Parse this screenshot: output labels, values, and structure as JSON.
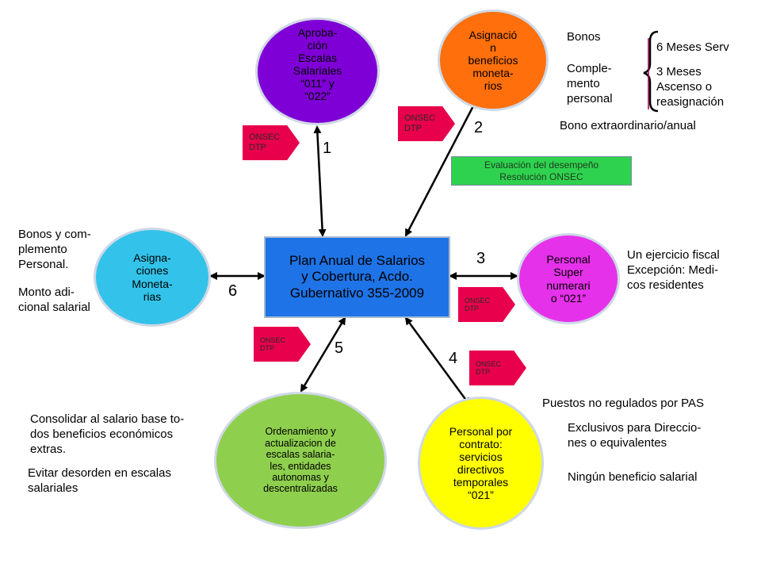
{
  "center": {
    "label": "Plan Anual de Salarios\ny Cobertura, Acdo.\nGubernativo 355-2009",
    "color": "#1e73e6"
  },
  "nodes": {
    "aprobacion": {
      "label": "Aproba-\nción\nEscalas\nSalariales\n“011” y\n“022”",
      "color": "#7f00d6"
    },
    "asignacion_beneficios": {
      "label": "Asignació\nn\nbeneficios\nmoneta-\nrios",
      "color": "#ff6f0b"
    },
    "personal_supernumerario": {
      "label": "Personal\nSuper\nnumerari\no “021”",
      "color": "#e631ea"
    },
    "personal_contrato": {
      "label": "Personal por\ncontrato:\nservicios\ndirectivos\ntemporales\n“021”",
      "color": "#ffff00"
    },
    "ordenamiento": {
      "label": "Ordenamiento y\nactualizacion de\nescalas salaria-\nles, entidades\nautonomas y\ndescentralizadas",
      "color": "#8fcf4e"
    },
    "asignaciones_monetarias": {
      "label": "Asigna-\nciones\nMoneta-\nrias",
      "color": "#33c3ea"
    }
  },
  "tag_text": "ONSEC\nDTP",
  "tag_color": "#e8004c",
  "numbers": [
    "1",
    "2",
    "3",
    "4",
    "5",
    "6"
  ],
  "evaluacion": {
    "label": "Evaluación del desempeño\nResolución ONSEC",
    "color": "#2fd24f"
  },
  "notes": {
    "bonos": "Bonos",
    "complemento": "Comple-\nmento\npersonal",
    "seis_meses": "6 Meses Serv",
    "tres_meses": "3 Meses\nAscenso o\nreasignación",
    "bono_extra": "Bono extraordinario/anual",
    "ejercicio_fiscal": "Un ejercicio fiscal\nExcepción: Medi-\ncos residentes",
    "puestos_no_regulados": "Puestos no regulados por PAS",
    "exclusivos": "Exclusivos para Direccio-\nnes o equivalentes",
    "ningun_beneficio": "Ningún beneficio salarial",
    "consolidar": "Consolidar al salario base to-\ndos beneficios económicos\nextras.",
    "evitar": "Evitar desorden en  escalas\nsalariales",
    "bonos_complemento": "Bonos y com-\nplemento\nPersonal.",
    "monto_adicional": "Monto adi-\ncional salarial"
  }
}
